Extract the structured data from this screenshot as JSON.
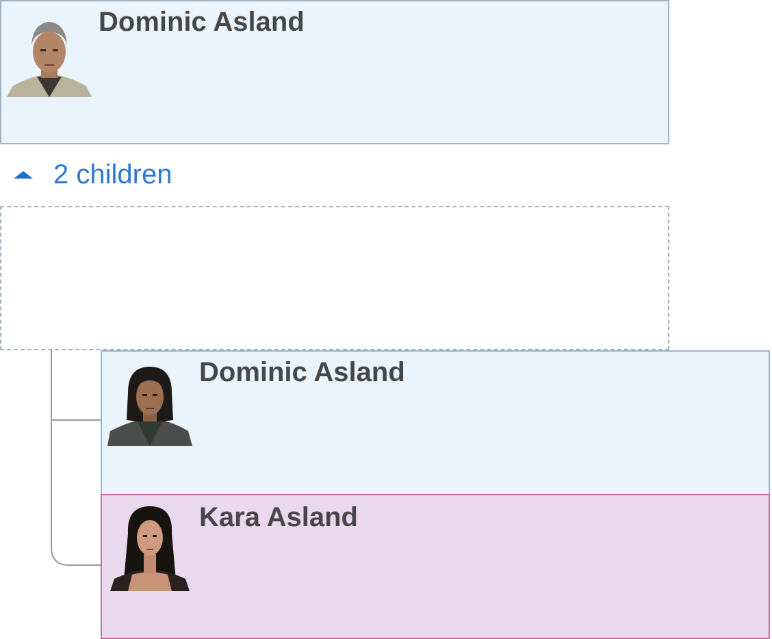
{
  "parent": {
    "name": "Dominic Asland",
    "gender": "male",
    "avatar_icon": "older-man-portrait-icon"
  },
  "children_toggle": {
    "label": "2 children",
    "icon": "chevron-up-icon",
    "expanded": true
  },
  "children": [
    {
      "name": "Dominic Asland",
      "gender": "male",
      "avatar_icon": "young-man-portrait-icon"
    },
    {
      "name": "Kara Asland",
      "gender": "female",
      "avatar_icon": "woman-portrait-icon"
    }
  ],
  "colors": {
    "male_card_bg": "#eaf4fd",
    "male_card_border": "#9db4c7",
    "female_card_bg": "#ead8ee",
    "female_card_border": "#d46896",
    "link_blue": "#2f78cf",
    "name_text": "#474747"
  }
}
